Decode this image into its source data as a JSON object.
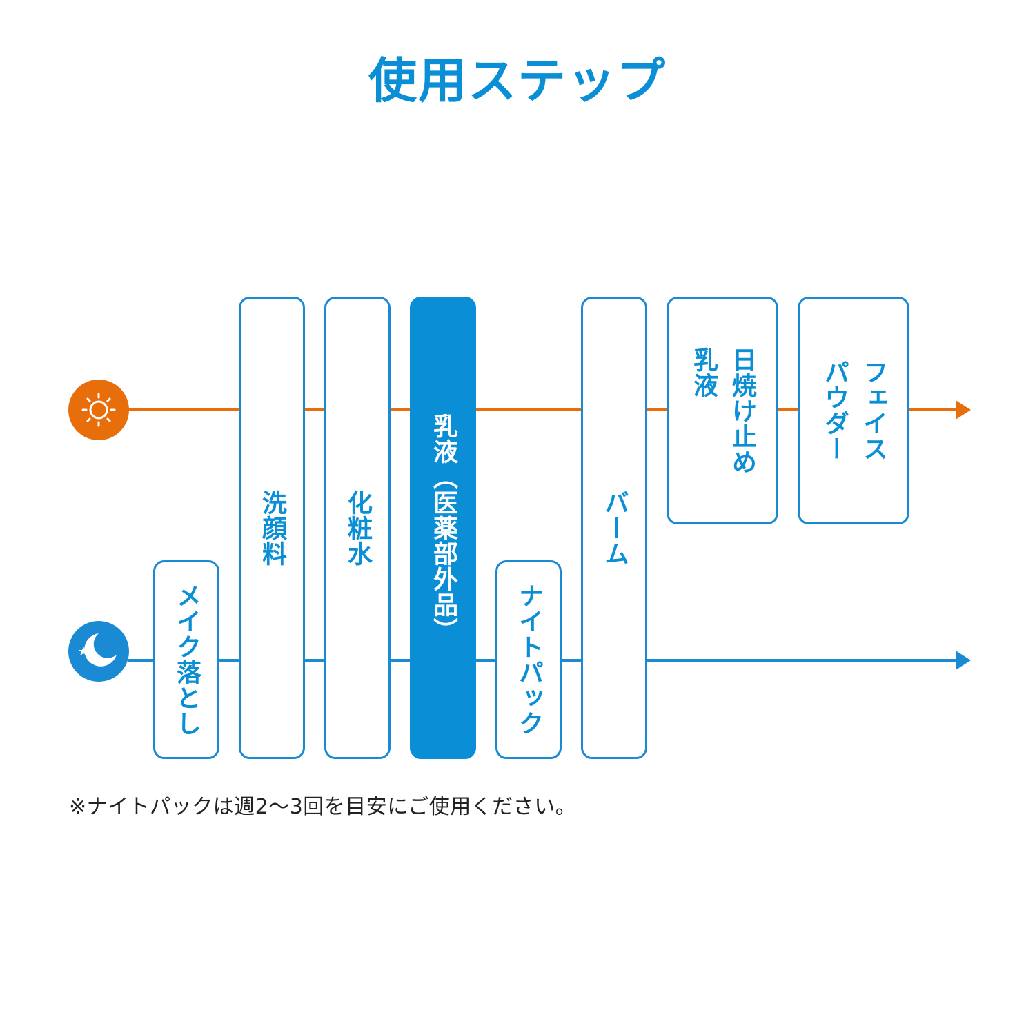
{
  "title": "使用ステップ",
  "icons": {
    "morning": "sun-icon",
    "night": "moon-icon"
  },
  "colors": {
    "accent_blue": "#0a8ed6",
    "morning_line": "#e86e0c",
    "night_line": "#1a8ad4",
    "box_border": "#1a8ad4",
    "highlight_fill": "#0a8ed6",
    "highlight_text": "#ffffff"
  },
  "steps": [
    {
      "id": "makeup-remover",
      "label": "メイク落とし",
      "routine": "night",
      "highlight": false
    },
    {
      "id": "face-wash",
      "label": "洗顔料",
      "routine": "both",
      "highlight": false
    },
    {
      "id": "toner",
      "label": "化粧水",
      "routine": "both",
      "highlight": false
    },
    {
      "id": "emulsion",
      "label": "乳液（医薬部外品）",
      "routine": "both",
      "highlight": true
    },
    {
      "id": "night-pack",
      "label": "ナイトパック",
      "routine": "night",
      "highlight": false
    },
    {
      "id": "balm",
      "label": "バーム",
      "routine": "both",
      "highlight": false
    },
    {
      "id": "sunscreen-emulsion",
      "label": "日焼け止め\n乳液",
      "routine": "morning",
      "highlight": false
    },
    {
      "id": "face-powder",
      "label": "フェイス\nパウダー",
      "routine": "morning",
      "highlight": false
    }
  ],
  "note": "※ナイトパックは週2〜3回を目安にご使用ください。"
}
